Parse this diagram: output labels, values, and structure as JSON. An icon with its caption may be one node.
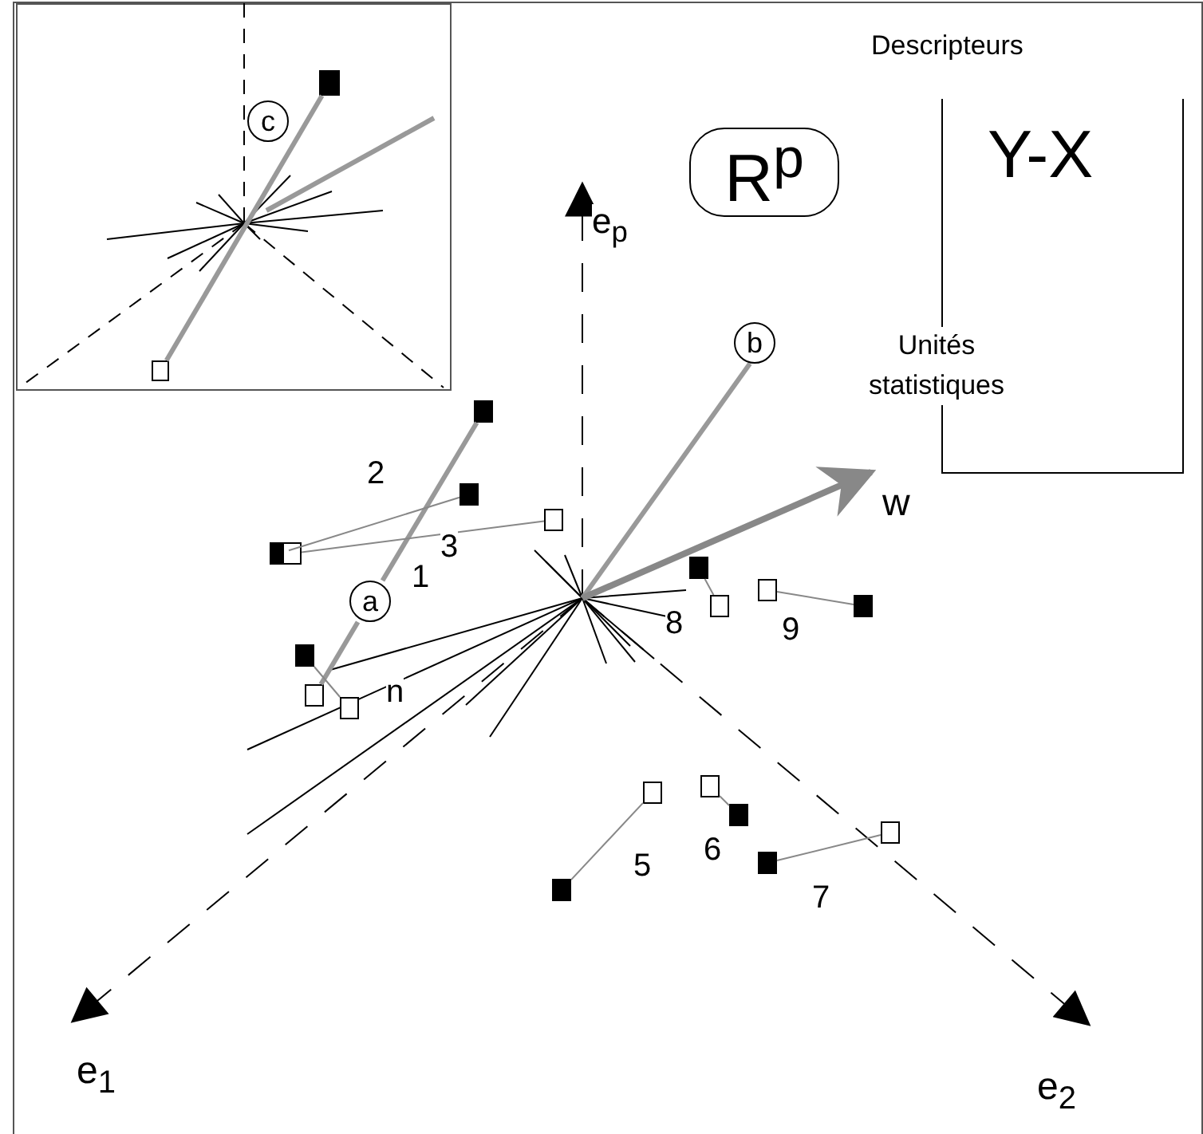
{
  "diagram": {
    "nodes": [
      {
        "text": [],
        "shape": "box"
      },
      {
        "text": [
          "c"
        ],
        "in": 0
      },
      {
        "text": [],
        "shape": "box",
        "in": 0
      },
      {
        "text": [],
        "shape": "box",
        "in": 0
      },
      {
        "text": [
          "R$^{p}$"
        ]
      },
      {
        "text": [
          "Descripteurs",
          "Y-X"
        ]
      },
      {
        "text": [
          "b"
        ]
      },
      {
        "text": [
          "a"
        ]
      },
      {
        "text": [],
        "shape": "box"
      },
      {
        "text": [],
        "shape": "box"
      },
      {
        "text": [],
        "shape": "box"
      },
      {
        "text": [],
        "shape": "box"
      },
      {
        "text": [],
        "shape": "box"
      },
      {
        "text": [],
        "shape": "box"
      },
      {
        "text": [],
        "shape": "box"
      },
      {
        "text": [],
        "shape": "box"
      },
      {
        "text": [],
        "shape": "box"
      },
      {
        "text": [],
        "shape": "box"
      },
      {
        "text": [],
        "shape": "box"
      },
      {
        "text": [],
        "shape": "box"
      },
      {
        "text": [],
        "shape": "box"
      },
      {
        "text": [],
        "shape": "box"
      },
      {
        "text": [],
        "shape": "box"
      },
      {
        "text": [],
        "shape": "box"
      },
      {
        "text": [],
        "shape": "box"
      },
      {
        "text": [],
        "shape": "box"
      }
    ],
    "edges": [
      {
        "from": 3,
        "to": 2,
        "arrow": "none",
        "style": "thick"
      },
      {
        "from": 18,
        "to": 7,
        "arrow": "none",
        "style": "thick"
      },
      {
        "from": 7,
        "to": 8,
        "arrow": "none",
        "style": "thick"
      },
      {
        "from": 11,
        "to": 9,
        "arrow": "none"
      },
      {
        "from": 12,
        "to": 10,
        "arrow": "none"
      },
      {
        "from": 17,
        "to": 19,
        "arrow": "none"
      },
      {
        "from": 13,
        "to": 16,
        "arrow": "none"
      },
      {
        "from": 14,
        "to": 15,
        "arrow": "none"
      },
      {
        "from": 25,
        "to": 21,
        "arrow": "none"
      },
      {
        "from": 20,
        "to": 22,
        "arrow": "none"
      },
      {
        "from": 24,
        "to": 23,
        "arrow": "none"
      }
    ],
    "labels": [
      "e$_{p}$",
      "Unités statistiques",
      "w",
      "2",
      "3",
      "1",
      "8",
      "9",
      "n",
      "5",
      "6",
      "7",
      "e$_{1}$",
      "e$_{2}$"
    ]
  }
}
